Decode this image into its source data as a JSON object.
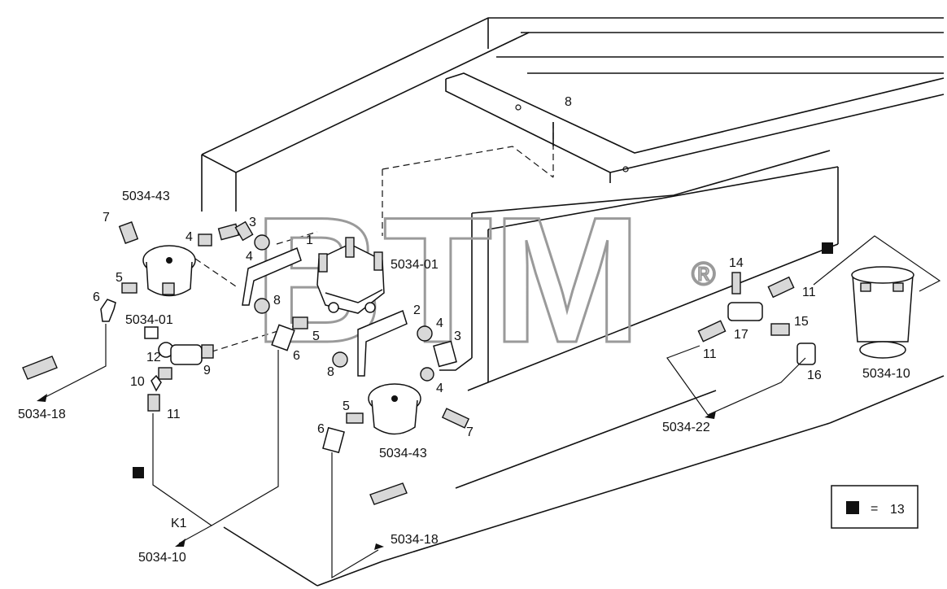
{
  "watermark": {
    "text": "BTM",
    "registered": "®"
  },
  "callouts": {
    "c1": "1",
    "c2": "2",
    "c3a": "3",
    "c3b": "3",
    "c4a": "4",
    "c4b": "4",
    "c4c": "4",
    "c4d": "4",
    "c5a": "5",
    "c5b": "5",
    "c5c": "5",
    "c6a": "6",
    "c6b": "6",
    "c6c": "6",
    "c7a": "7",
    "c7b": "7",
    "c8a": "8",
    "c8b": "8",
    "c8c": "8",
    "c9": "9",
    "c10": "10",
    "c11a": "11",
    "c11b": "11",
    "c11c": "11",
    "c12": "12",
    "c14": "14",
    "c15": "15",
    "c16": "16",
    "c17": "17"
  },
  "refs": {
    "r5034_43_top": "5034-43",
    "r5034_01_left": "5034-01",
    "r5034_01_center": "5034-01",
    "r5034_43_bottom": "5034-43",
    "r5034_18_left": "5034-18",
    "r5034_18_bottom": "5034-18",
    "r5034_10_bottom": "5034-10",
    "r5034_10_right": "5034-10",
    "r5034_22": "5034-22",
    "k1": "K1"
  },
  "legend": {
    "equals": "=",
    "value": "13"
  }
}
